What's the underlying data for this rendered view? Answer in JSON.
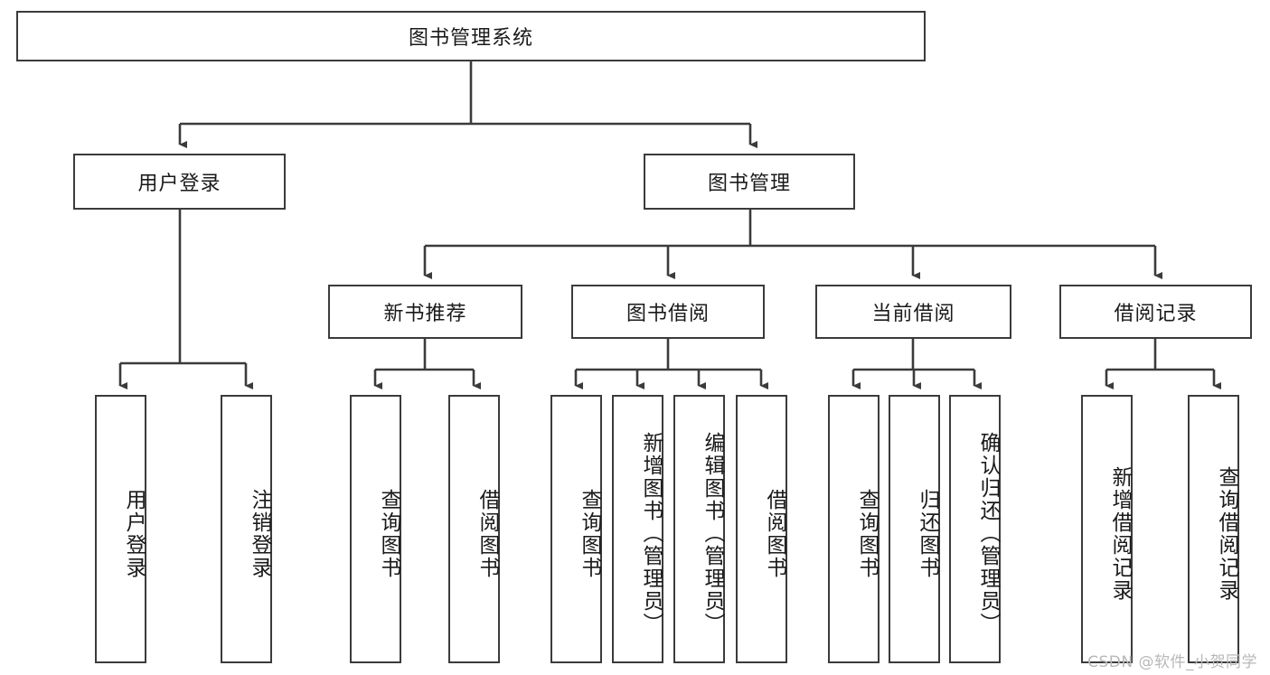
{
  "diagram": {
    "title": "图书管理系统",
    "watermark": "CSDN @软件_小贺同学",
    "colors": {
      "box_border": "#3b3b3b",
      "box_fill": "#ffffff",
      "connector": "#3b3b3b",
      "text": "#1a1a1a",
      "watermark": "#b8b8b8",
      "background": "#ffffff"
    },
    "root": {
      "label": "图书管理系统"
    },
    "level2": [
      {
        "id": "user-login",
        "label": "用户登录"
      },
      {
        "id": "book-management",
        "label": "图书管理"
      }
    ],
    "level3": [
      {
        "id": "new-book-recommend",
        "label": "新书推荐",
        "parent": "book-management"
      },
      {
        "id": "book-borrow",
        "label": "图书借阅",
        "parent": "book-management"
      },
      {
        "id": "current-borrow",
        "label": "当前借阅",
        "parent": "book-management"
      },
      {
        "id": "borrow-record",
        "label": "借阅记录",
        "parent": "book-management"
      }
    ],
    "leaves": [
      {
        "id": "leaf-user-login",
        "label": "用户登录",
        "parent": "user-login"
      },
      {
        "id": "leaf-logout",
        "label": "注销登录",
        "parent": "user-login"
      },
      {
        "id": "leaf-query-book-1",
        "label": "查询图书",
        "parent": "new-book-recommend"
      },
      {
        "id": "leaf-borrow-book-1",
        "label": "借阅图书",
        "parent": "new-book-recommend"
      },
      {
        "id": "leaf-query-book-2",
        "label": "查询图书",
        "parent": "book-borrow"
      },
      {
        "id": "leaf-add-book",
        "label": "新增图书（管理员）",
        "parent": "book-borrow"
      },
      {
        "id": "leaf-edit-book",
        "label": "编辑图书（管理员）",
        "parent": "book-borrow"
      },
      {
        "id": "leaf-borrow-book-2",
        "label": "借阅图书",
        "parent": "book-borrow"
      },
      {
        "id": "leaf-query-book-3",
        "label": "查询图书",
        "parent": "current-borrow"
      },
      {
        "id": "leaf-return-book",
        "label": "归还图书",
        "parent": "current-borrow"
      },
      {
        "id": "leaf-confirm-return",
        "label": "确认归还（管理员）",
        "parent": "current-borrow"
      },
      {
        "id": "leaf-add-record",
        "label": "新增借阅记录",
        "parent": "borrow-record"
      },
      {
        "id": "leaf-query-record",
        "label": "查询借阅记录",
        "parent": "borrow-record"
      }
    ]
  }
}
